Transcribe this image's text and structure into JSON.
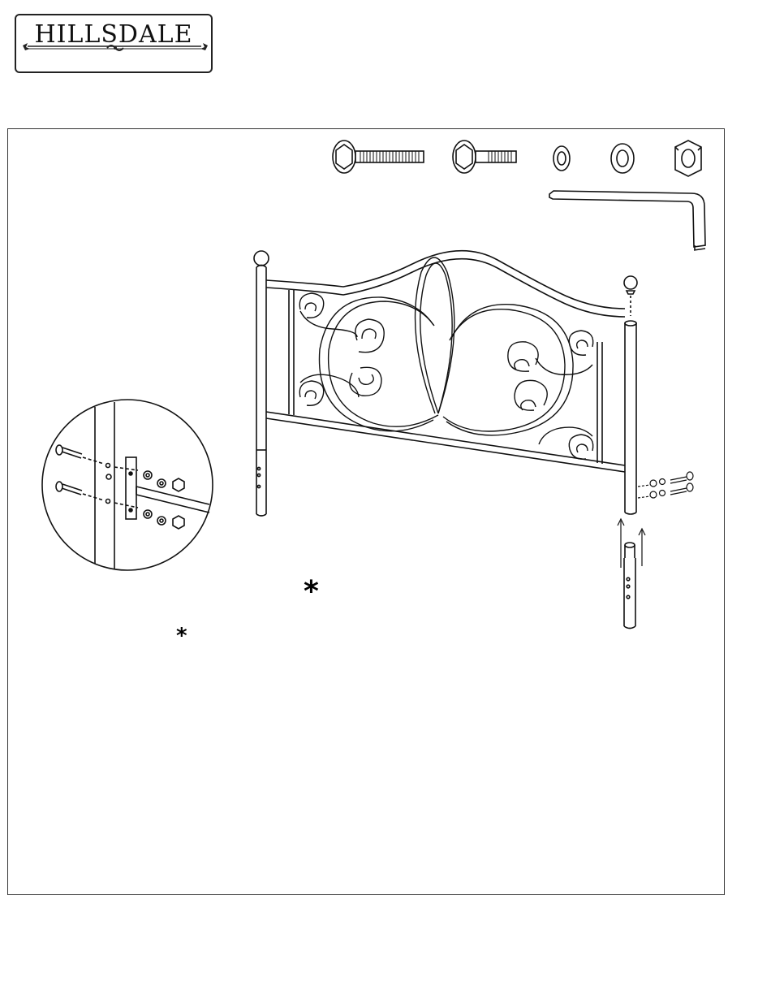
{
  "header": {
    "brand": "HILLSDALE"
  },
  "diagram": {
    "main_marker": "*",
    "detail_marker": "*"
  },
  "hardware": [
    {
      "name": "long-bolt"
    },
    {
      "name": "short-bolt"
    },
    {
      "name": "lock-washer"
    },
    {
      "name": "flat-washer"
    },
    {
      "name": "hex-nut"
    },
    {
      "name": "allen-wrench"
    }
  ]
}
